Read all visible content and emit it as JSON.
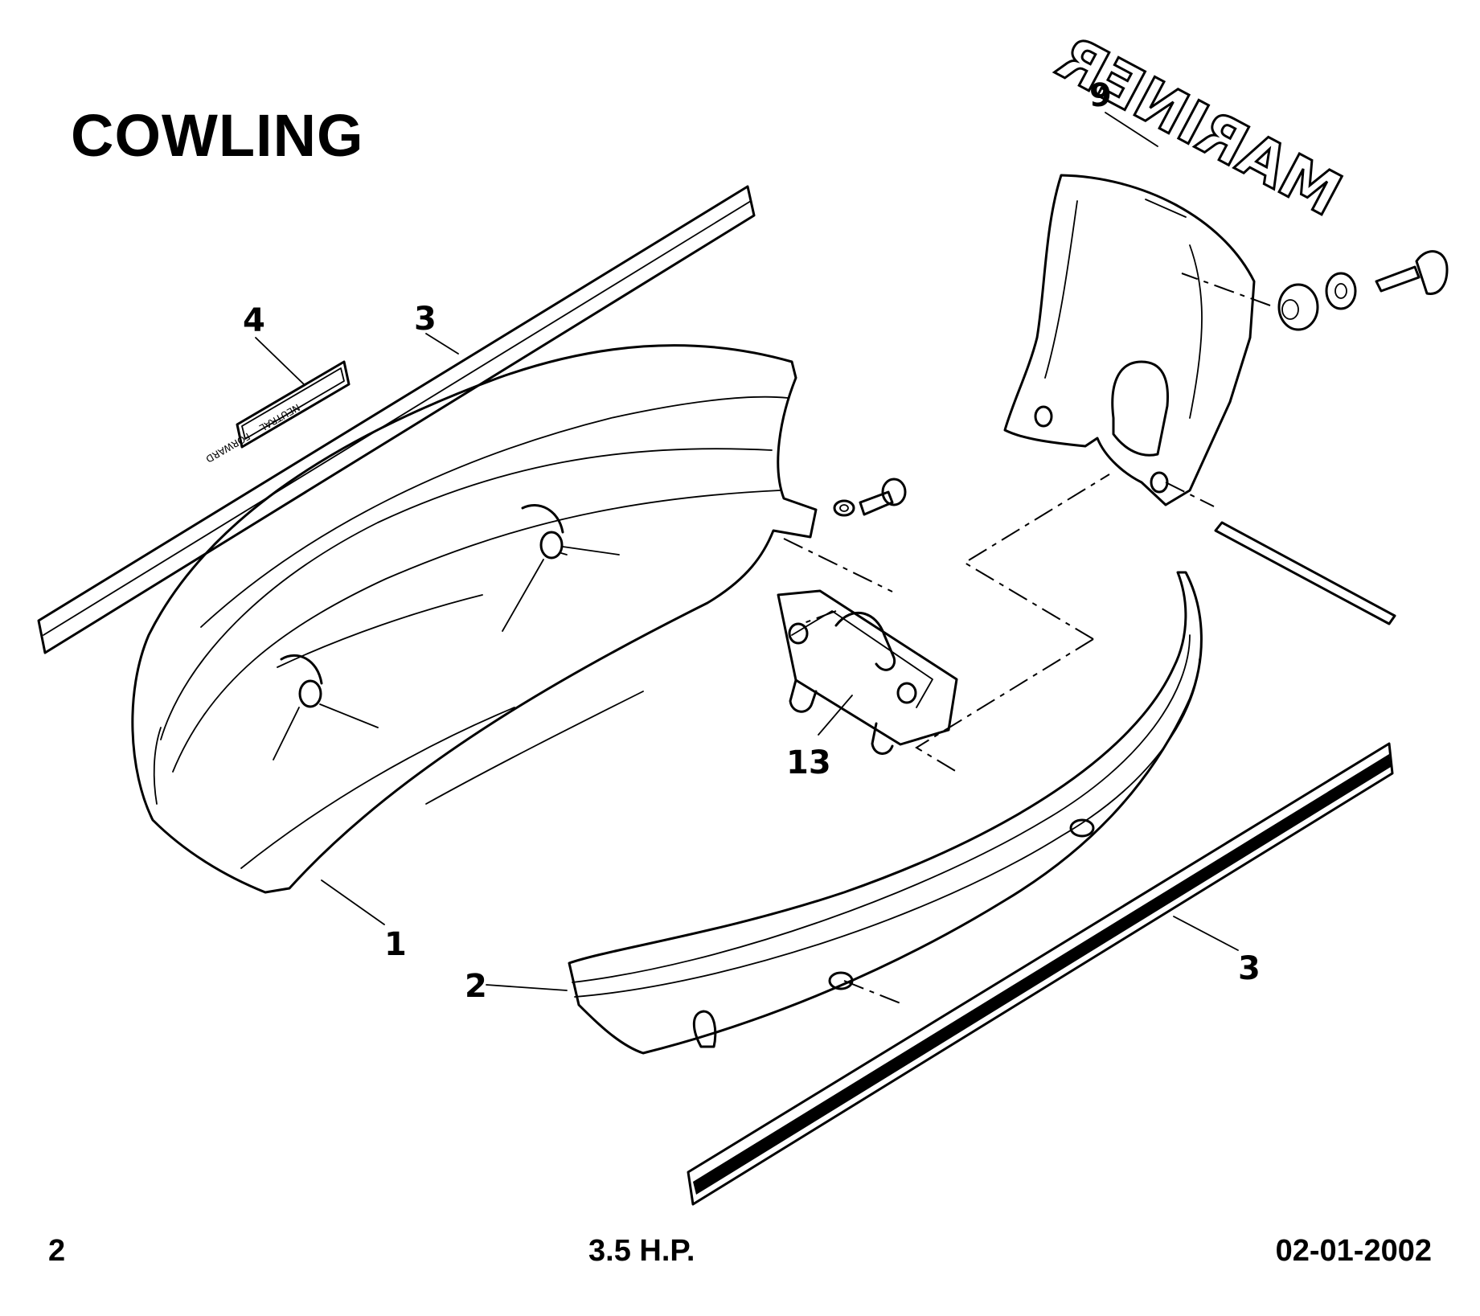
{
  "header": {
    "title": "COWLING"
  },
  "footer": {
    "page_number": "2",
    "model": "3.5 H.P.",
    "date": "02-01-2002"
  },
  "callouts": {
    "top_cowl": "1",
    "bottom_cowl": "2",
    "trim_strip_upper": "3",
    "trim_strip_lower": "3",
    "label": "4",
    "decal": "9",
    "latch": "13"
  },
  "decal_text": "MARINER",
  "label_text": {
    "left": "FORWARD",
    "right": "NEUTRAL"
  }
}
